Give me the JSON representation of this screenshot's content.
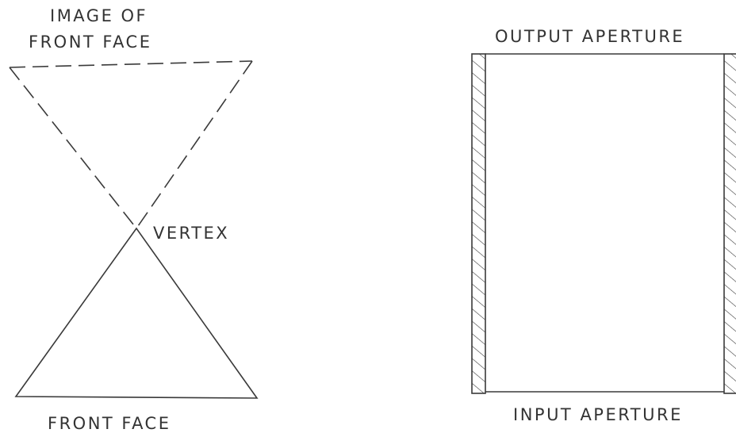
{
  "left_figure": {
    "image_label_line1": "IMAGE OF",
    "image_label_line2": "FRONT FACE",
    "vertex_label": "VERTEX",
    "front_face_label": "FRONT FACE"
  },
  "right_figure": {
    "output_label": "OUTPUT APERTURE",
    "input_label": "INPUT APERTURE"
  }
}
